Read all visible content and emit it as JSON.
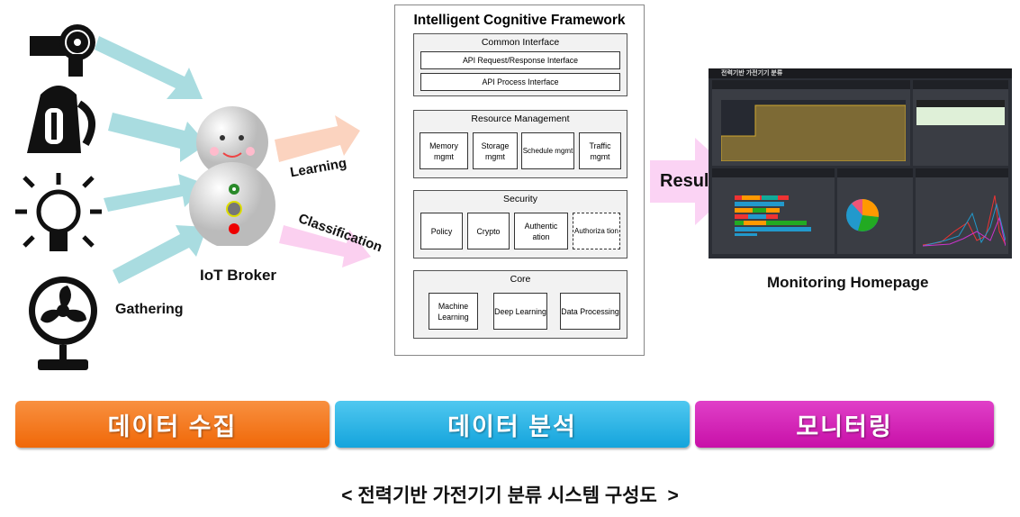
{
  "devices": [
    "hair-dryer",
    "kettle",
    "light-bulb",
    "fan"
  ],
  "labels": {
    "gathering": "Gathering",
    "broker": "IoT Broker",
    "learning": "Learning",
    "classification": "Classification",
    "result": "Result",
    "monitoring": "Monitoring Homepage"
  },
  "framework": {
    "title": "Intelligent Cognitive Framework",
    "sections": [
      {
        "title": "Common Interface",
        "items": [
          "API Request/Response Interface",
          "API Process Interface"
        ]
      },
      {
        "title": "Resource Management",
        "items": [
          "Memory mgmt",
          "Storage mgmt",
          "Schedule mgmt",
          "Traffic mgmt"
        ]
      },
      {
        "title": "Security",
        "items": [
          "Policy",
          "Crypto",
          "Authentic ation",
          "Authoriza tion"
        ]
      },
      {
        "title": "Core",
        "items": [
          "Machine Learning",
          "Deep Learning",
          "Data Processing"
        ]
      }
    ]
  },
  "dashboard": {
    "title": "전력기반 가전기기 분류"
  },
  "stages": [
    {
      "label": "데이터 수집",
      "color": "#f07010"
    },
    {
      "label": "데이터 분석",
      "color": "#20b0e0"
    },
    {
      "label": "모니터링",
      "color": "#d020b0"
    }
  ],
  "caption": "< 전력기반 가전기기 분류 시스템 구성도  >"
}
